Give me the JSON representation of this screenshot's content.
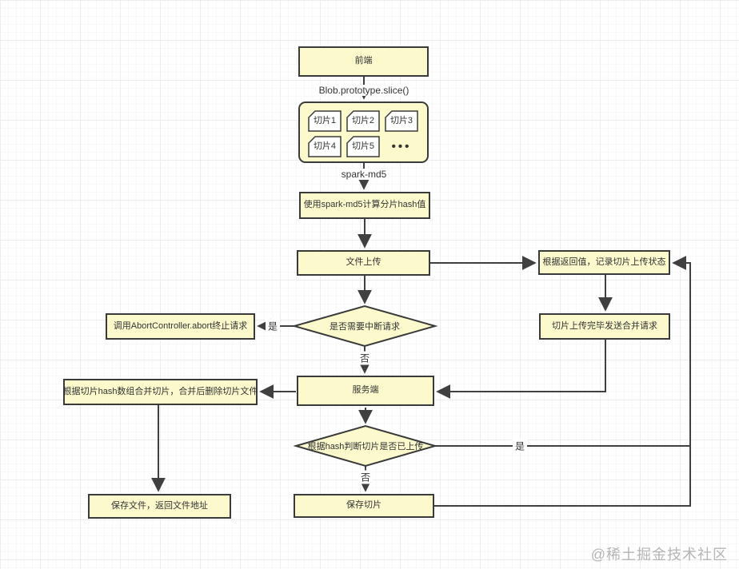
{
  "colors": {
    "node_fill": "#fcf9cd",
    "node_border": "#3a3a3a",
    "line": "#404040",
    "text": "#333333",
    "watermark": "#b5b5b5"
  },
  "watermark": "@稀土掘金技术社区",
  "nodes": {
    "frontend": "前端",
    "hash_calc": "使用spark-md5计算分片hash值",
    "file_upload": "文件上传",
    "record_status": "根据返回值，记录切片上传状态",
    "merge_request": "切片上传完毕发送合并请求",
    "abort_request": "调用AbortController.abort终止请求",
    "server": "服务端",
    "merge_slices": "根据切片hash数组合并切片，合并后删除切片文件",
    "save_file": "保存文件，返回文件地址",
    "save_slice": "保存切片",
    "slices": [
      "切片1",
      "切片2",
      "切片3",
      "切片4",
      "切片5"
    ],
    "slices_ellipsis": "•••"
  },
  "decisions": {
    "need_interrupt": "是否需要中断请求",
    "slice_uploaded": "根据hash判断切片是否已上传"
  },
  "edge_labels": {
    "blob_slice": "Blob.prototype.slice()",
    "spark_md5": "spark-md5",
    "yes_interrupt": "是",
    "no_interrupt": "否",
    "yes_uploaded": "是",
    "no_uploaded": "否"
  }
}
